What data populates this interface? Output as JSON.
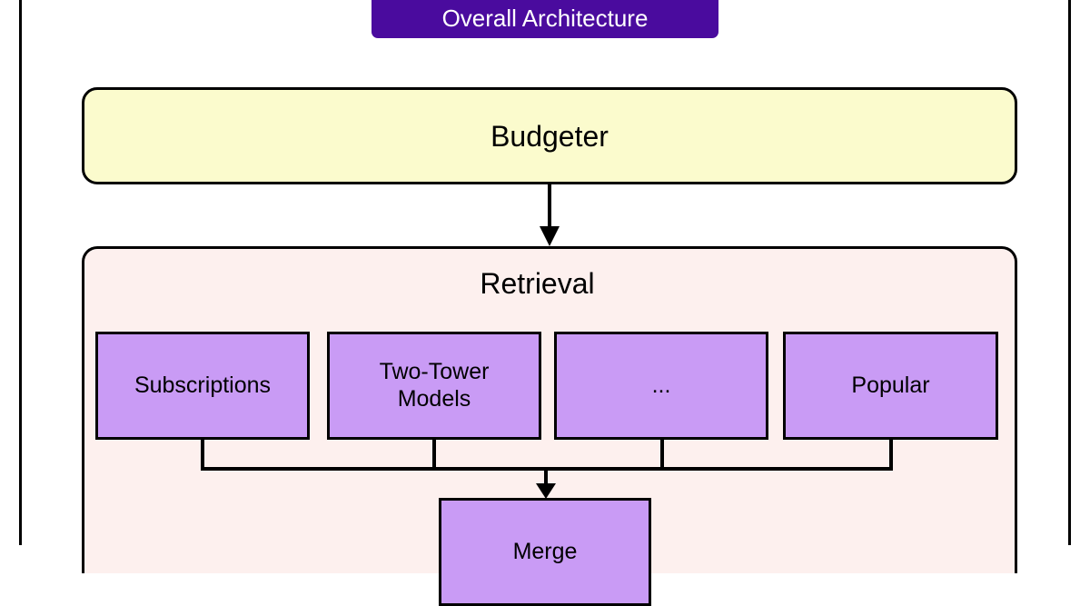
{
  "diagram": {
    "title": "Overall Architecture",
    "colors": {
      "title_badge": "#4a0b9e",
      "title_text": "#ffffff",
      "budgeter_fill": "#fbfbcd",
      "retrieval_fill": "#fdf0ee",
      "node_fill": "#c99bf5",
      "stroke": "#000000"
    },
    "budgeter": {
      "label": "Budgeter"
    },
    "retrieval": {
      "label": "Retrieval",
      "sources": [
        {
          "label": "Subscriptions"
        },
        {
          "label": "Two-Tower\nModels"
        },
        {
          "label": "..."
        },
        {
          "label": "Popular"
        }
      ],
      "merge": {
        "label": "Merge"
      }
    }
  }
}
